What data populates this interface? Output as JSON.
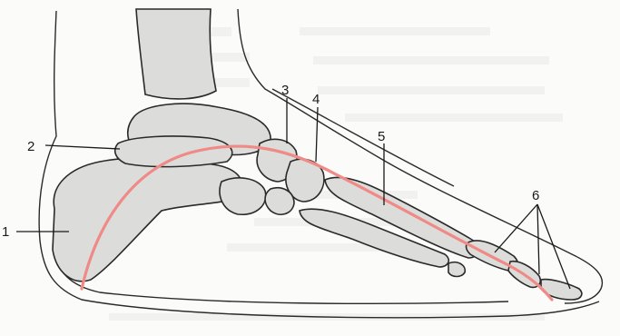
{
  "figure": {
    "callouts": [
      {
        "id": "1",
        "text": "1"
      },
      {
        "id": "2",
        "text": "2"
      },
      {
        "id": "3",
        "text": "3"
      },
      {
        "id": "4",
        "text": "4"
      },
      {
        "id": "5",
        "text": "5"
      },
      {
        "id": "6",
        "text": "6"
      }
    ],
    "arch_color": "#f08a86",
    "bone_fill": "#dcdcda",
    "outline_color": "#2a2a2a",
    "background_text_color": "#e9e9e7"
  }
}
